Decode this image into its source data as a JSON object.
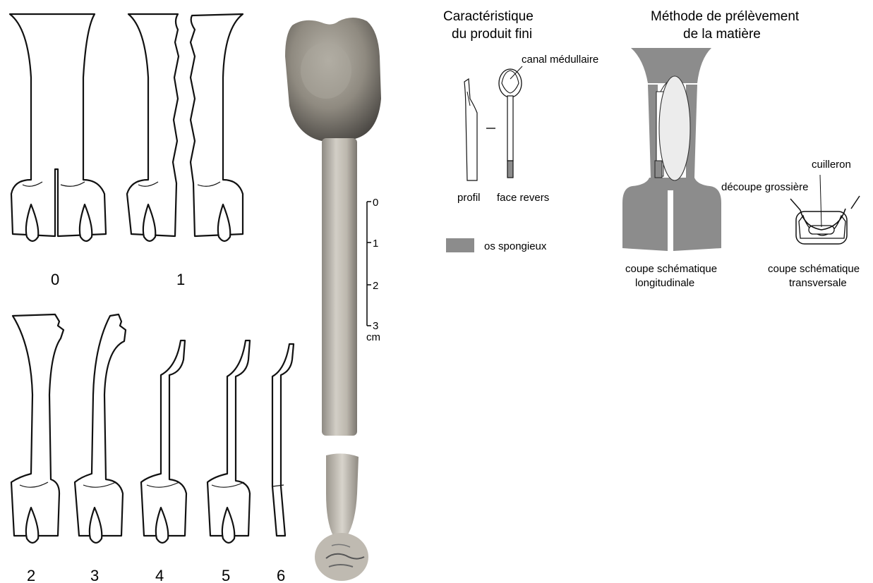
{
  "stages": [
    "0",
    "1",
    "2",
    "3",
    "4",
    "5",
    "6"
  ],
  "scale": {
    "ticks": [
      "0",
      "1",
      "2",
      "3"
    ],
    "unit": "cm"
  },
  "product": {
    "heading_line1": "Caractéristique",
    "heading_line2": "du produit fini",
    "canal_label": "canal médullaire",
    "profile_label": "profil",
    "face_label": "face revers",
    "legend_label": "os spongieux"
  },
  "method": {
    "heading_line1": "Méthode de prélèvement",
    "heading_line2": "de la matière",
    "cuilleron_label": "cuilleron",
    "decoupe_label": "découpe grossière",
    "long_caption_line1": "coupe schématique",
    "long_caption_line2": "longitudinale",
    "trans_caption_line1": "coupe schématique",
    "trans_caption_line2": "transversale"
  },
  "colors": {
    "spongy_bone": "#8c8c8c",
    "photo_bone": "#c9c4b8",
    "ink": "#111111"
  }
}
